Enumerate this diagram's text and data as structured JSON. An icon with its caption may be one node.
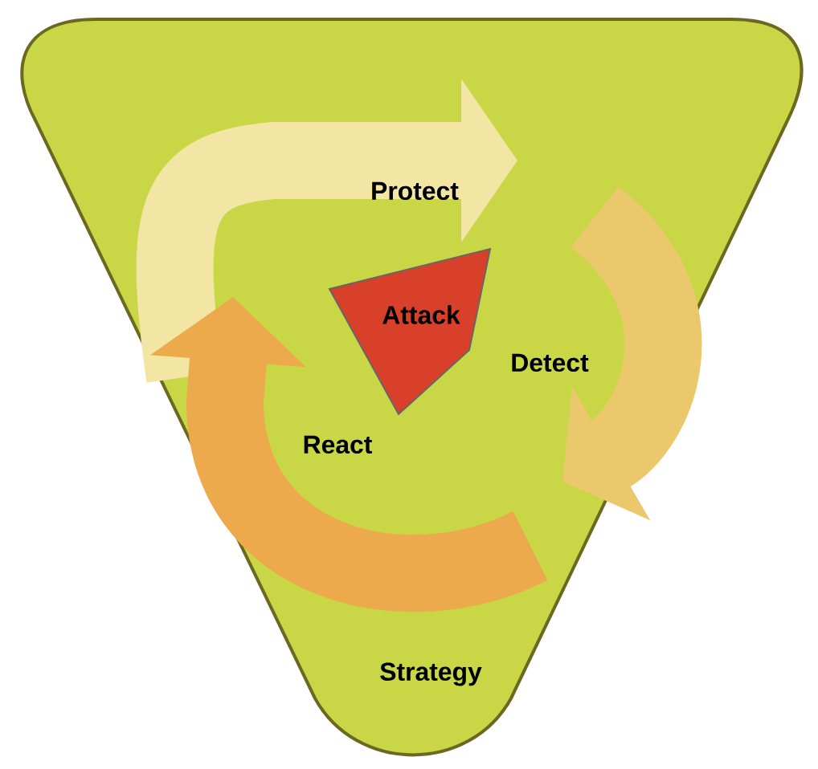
{
  "diagram": {
    "nodes": [
      {
        "text": [
          "Strategy"
        ]
      },
      {
        "text": [
          "Protect"
        ],
        "in": 0
      },
      {
        "text": [
          "Attack"
        ],
        "in": 0
      },
      {
        "text": [
          "Detect"
        ],
        "in": 0
      },
      {
        "text": [
          "React"
        ],
        "in": 0
      }
    ]
  }
}
